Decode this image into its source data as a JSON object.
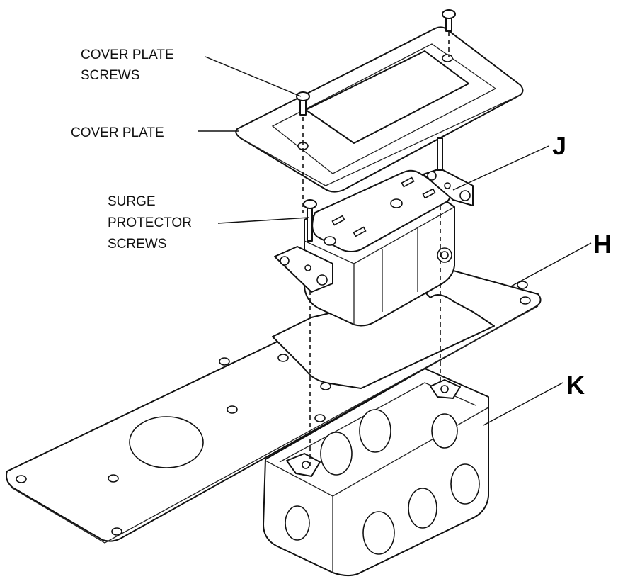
{
  "labels": {
    "cover_plate_screws": [
      "COVER PLATE",
      "SCREWS"
    ],
    "cover_plate": "COVER PLATE",
    "surge_protector_screws": [
      "SURGE",
      "PROTECTOR",
      "SCREWS"
    ],
    "j": "J",
    "h": "H",
    "k": "K"
  },
  "colors": {
    "line": "#111111",
    "background": "#ffffff"
  }
}
